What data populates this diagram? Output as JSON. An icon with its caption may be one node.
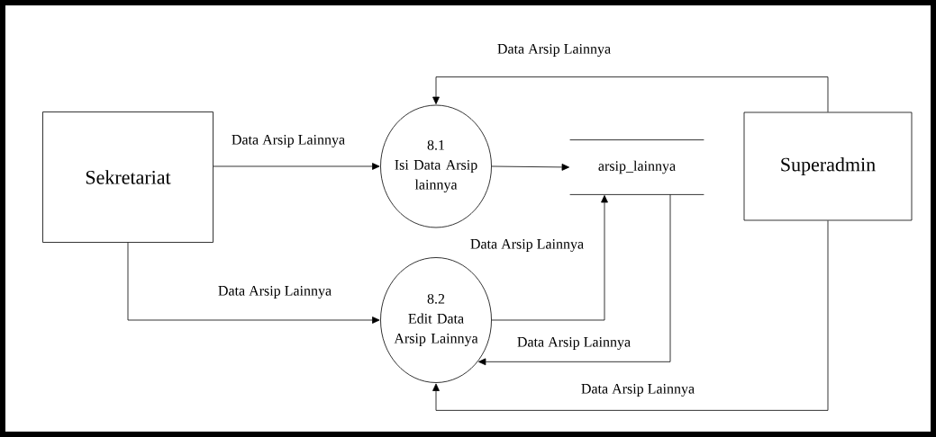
{
  "diagram": {
    "nodes": [
      {
        "text": [
          "Sekretariat"
        ]
      },
      {
        "text": [
          "8.1",
          "Isi Data Arsip lainnya"
        ]
      },
      {
        "text": [
          "arsip_lainnya"
        ]
      },
      {
        "text": [
          "Superadmin"
        ]
      },
      {
        "text": [
          "8.2",
          "Edit Data Arsip Lainnya"
        ]
      }
    ],
    "edges": [
      {
        "from": 0,
        "to": 1,
        "arrow": "to",
        "label": "Data Arsip Lainnya"
      },
      {
        "from": 1,
        "to": 2,
        "arrow": "to"
      },
      {
        "from": 3,
        "to": 1,
        "arrow": "to",
        "label": "Data Arsip Lainnya"
      },
      {
        "from": 0,
        "to": 4,
        "arrow": "to",
        "label": "Data Arsip Lainnya"
      },
      {
        "from": 4,
        "to": 2,
        "arrow": "to",
        "label": "Data Arsip Lainnya"
      },
      {
        "from": 2,
        "to": 4,
        "arrow": "to",
        "label": "Data Arsip Lainnya"
      },
      {
        "from": 3,
        "to": 4,
        "arrow": "to",
        "label": "Data Arsip Lainnya"
      }
    ]
  }
}
